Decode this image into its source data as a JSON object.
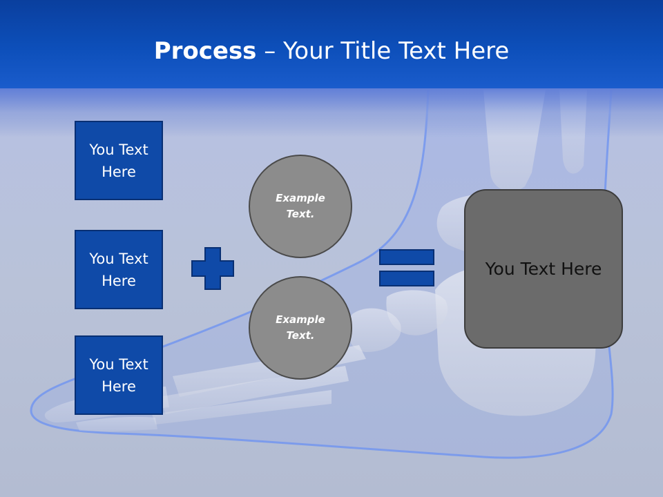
{
  "title": {
    "bold": "Process",
    "rest": " – Your Title Text Here"
  },
  "inputs": [
    {
      "label": "You Text Here"
    },
    {
      "label": "You Text Here"
    },
    {
      "label": "You Text Here"
    }
  ],
  "circles": [
    {
      "label": "Example Text."
    },
    {
      "label": "Example Text."
    }
  ],
  "result": {
    "label": "You Text Here"
  },
  "operators": {
    "plus": "plus-icon",
    "equals": "equals-icon"
  },
  "colors": {
    "header": "#0d4fba",
    "box": "#0f4aa8",
    "circle": "#8c8c8c",
    "result": "#6b6b6b"
  }
}
